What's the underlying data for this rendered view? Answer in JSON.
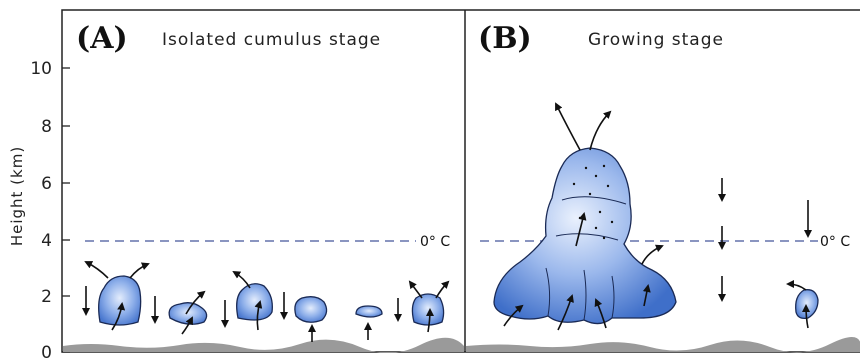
{
  "panels": [
    {
      "letter": "(A)",
      "title": "Isolated cumulus stage"
    },
    {
      "letter": "(B)",
      "title": "Growing stage"
    }
  ],
  "y_axis": {
    "title": "Height (km)",
    "ticks": [
      "0",
      "2",
      "4",
      "6",
      "8",
      "10"
    ]
  },
  "isotherm_label": "0° C",
  "colors": {
    "cloud_fill": "#5b86d6",
    "cloud_light": "#dbe6fb",
    "isotherm": "#7a86b8",
    "ground": "#9a9a9a"
  }
}
